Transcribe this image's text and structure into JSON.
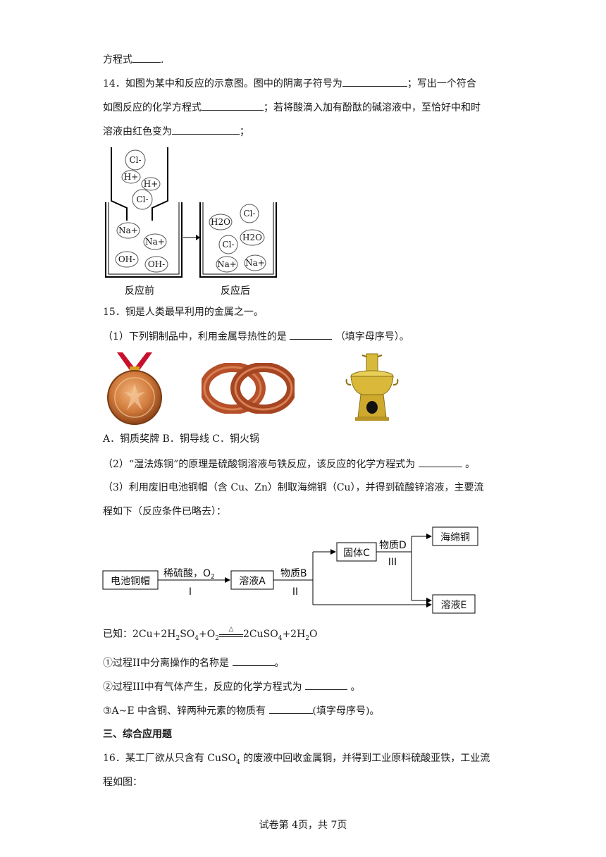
{
  "lines": {
    "l0_text": "方程式",
    "l0_end": ".",
    "q14_a": "14．如图为某中和反应的示意图。图中的阴离子符号为",
    "q14_b": "；写出一个符合",
    "q14_c": "如图反应的化学方程式",
    "q14_d": "；若将酸滴入加有酚酞的碱溶液中，至恰好中和时",
    "q14_e": "溶液由红色变为",
    "q14_f": "；",
    "q15": "15．铜是人类最早利用的金属之一。",
    "q15_1a": "（1）下列铜制品中，利用金属导热性的是",
    "q15_1b": "（填字母序号）。",
    "q15_opts": "A．铜质奖牌  B．铜导线  C．铜火锅",
    "q15_2a": "（2）“湿法炼铜”的原理是硫酸铜溶液与铁反应，该反应的化学方程式为",
    "q15_2b": "。",
    "q15_3a": "（3）利用废旧电池铜帽（含 Cu、Zn）制取海绵铜（Cu），并得到硫酸锌溶液，主要流",
    "q15_3b": "程如下（反应条件已略去）：",
    "known_prefix": "已知：",
    "sub_1a": "①过程II中分离操作的名称是",
    "sub_1b": "。",
    "sub_2a": "②过程III中有气体产生，反应的化学方程式为",
    "sub_2b": "。",
    "sub_3a": "③A~E 中含铜、锌两种元素的物质有",
    "sub_3b": "(填字母序号)。",
    "section3": "三、综合应用题",
    "q16_a": "16．某工厂欲从只含有 CuSO",
    "q16_a2": " 的废液中回收金属铜，并得到工业原料硫酸亚铁，工业流",
    "q16_b": "程如图："
  },
  "figure1": {
    "before_label": "反应前",
    "after_label": "反应后",
    "ions_before": [
      "Cl-",
      "H+",
      "H+",
      "Cl-",
      "Na+",
      "Na+",
      "OH-",
      "OH-"
    ],
    "ions_after": [
      "H2O",
      "Cl-",
      "H2O",
      "Cl-",
      "Na+",
      "Na+"
    ]
  },
  "flow": {
    "start": "电池铜帽",
    "step1_reagent": "稀硫酸，O",
    "step1_num": "I",
    "solutionA": "溶液A",
    "step2_reagent": "物质B",
    "step2_num": "II",
    "solidC": "固体C",
    "step3_reagent": "物质D",
    "step3_num": "III",
    "sponge_cu": "海绵铜",
    "solutionE": "溶液E"
  },
  "footer": "试卷第 4页，共 7页"
}
